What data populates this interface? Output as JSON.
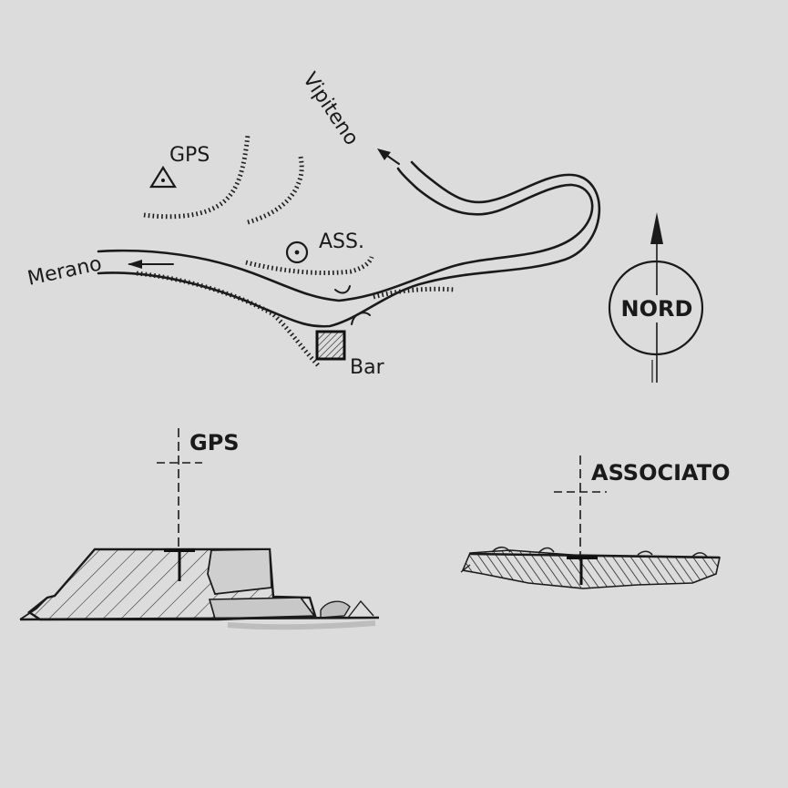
{
  "map": {
    "places": {
      "vipiteno": "Vipiteno",
      "merano": "Merano",
      "bar": "Bar"
    },
    "markers": {
      "gps": "GPS",
      "associato_short": "ASS."
    },
    "compass": {
      "label": "NORD"
    }
  },
  "sections": {
    "gps": {
      "title": "GPS"
    },
    "associato": {
      "title": "ASSOCIATO"
    }
  }
}
